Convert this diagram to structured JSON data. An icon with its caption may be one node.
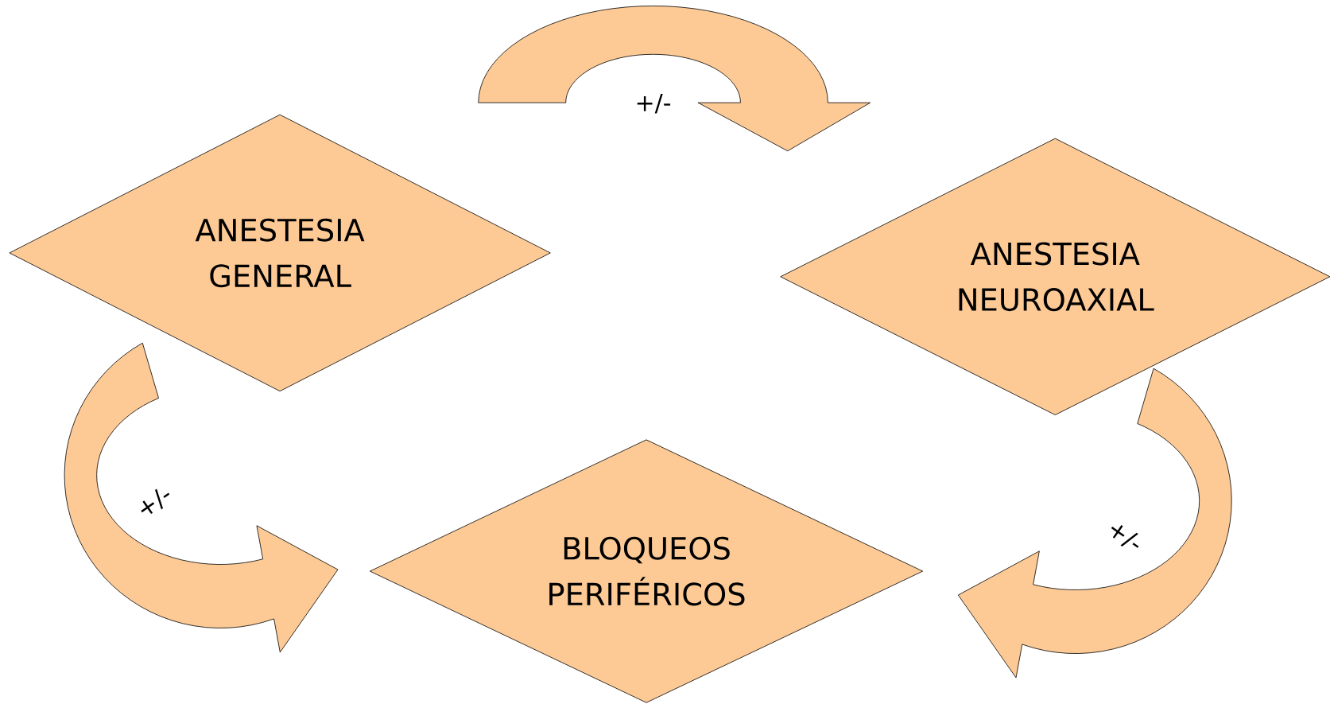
{
  "diagram": {
    "nodes": [
      {
        "text": [
          "ANESTESIA GENERAL"
        ]
      },
      {
        "text": [
          "ANESTESIA NEUROAXIAL"
        ]
      },
      {
        "text": [
          "BLOQUEOS PERIFÉRICOS"
        ]
      }
    ],
    "edges": [
      {
        "from": 0,
        "to": 1,
        "arrow": "to",
        "label": "+/-"
      },
      {
        "from": 1,
        "to": 2,
        "arrow": "to",
        "label": "+/-"
      },
      {
        "from": 0,
        "to": 2,
        "arrow": "to",
        "label": "+/-"
      }
    ]
  }
}
